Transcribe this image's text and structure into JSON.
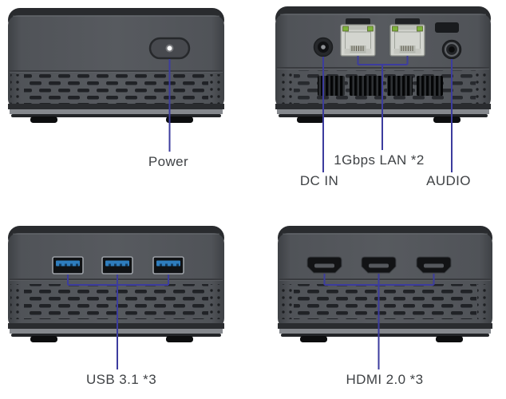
{
  "page": {
    "background": "#ffffff"
  },
  "style": {
    "annotation_line_color": "#3c3c9e",
    "label_text_color": "#3f4245",
    "device_body_color": "#515459",
    "usb_tongue_color": "#2e7dbd",
    "lan_led_color": "#7db33a"
  },
  "views": {
    "front_top": {
      "power_label": "Power"
    },
    "rear": {
      "lan_label": "1Gbps LAN *2",
      "dc_in_label": "DC IN",
      "audio_label": "AUDIO"
    },
    "usb_side": {
      "usb_label": "USB 3.1 *3"
    },
    "hdmi_side": {
      "hdmi_label": "HDMI 2.0 *3"
    }
  }
}
